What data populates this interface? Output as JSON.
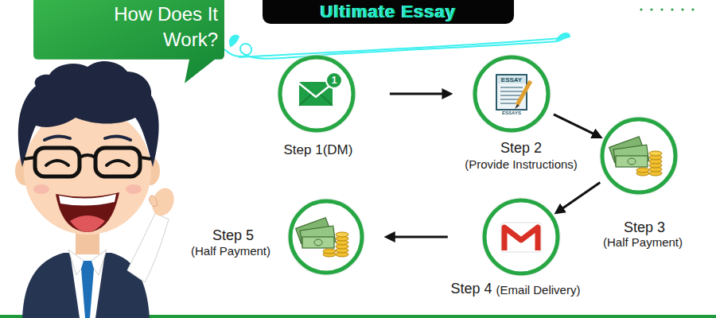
{
  "diagram": {
    "title": "Ultimate Essay",
    "nodes": [
      {
        "text": [
          "How Does It Work?"
        ]
      },
      {
        "text": [
          "Step 1(DM)"
        ]
      },
      {
        "text": [
          "Step 2",
          "(Provide Instructions)"
        ]
      },
      {
        "text": [
          "Step 3",
          "(Half Payment)"
        ]
      },
      {
        "text": [
          "Step 4",
          "(Email Delivery)"
        ]
      },
      {
        "text": [
          "Step 5",
          "(Half Payment)"
        ]
      }
    ],
    "edges": [
      {
        "from": 1,
        "to": 2,
        "arrow": "to"
      },
      {
        "from": 2,
        "to": 3,
        "arrow": "to"
      },
      {
        "from": 3,
        "to": 4,
        "arrow": "to"
      },
      {
        "from": 4,
        "to": 5,
        "arrow": "to"
      }
    ],
    "labels": [
      "1",
      "ESSAY",
      "ESSAYS"
    ]
  }
}
